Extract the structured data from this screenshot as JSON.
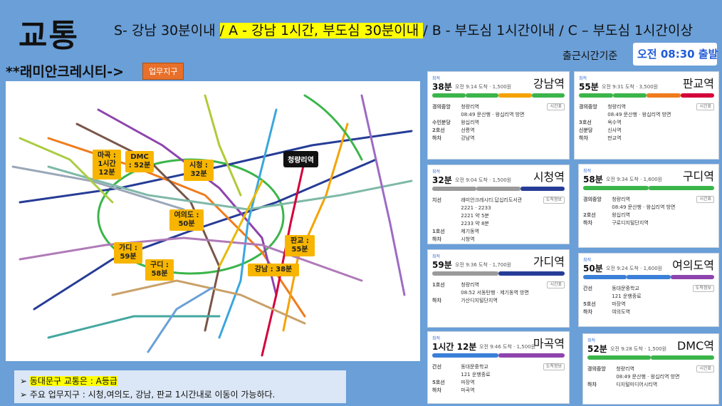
{
  "header": {
    "title": "교통",
    "grades_s": "S- 강남 30분이내 ",
    "grades_a": "/ A -  강남 1시간, 부도심 30분이내 ",
    "grades_rest": " / B -  부도심 1시간이내 / C – 부도심 1시간이상",
    "subtitle": "**래미안크레시티->",
    "badge": "업무지구",
    "depart_label": "출근시간기준",
    "depart_value": "오전 08:30 출발"
  },
  "map": {
    "tags": [
      {
        "id": "mapo",
        "text": "마곡 : 1시간 12분"
      },
      {
        "id": "dmc",
        "text": "DMC : 52분"
      },
      {
        "id": "cityhall",
        "text": "시청 : 32분"
      },
      {
        "id": "yeouido",
        "text": "여의도 : 50분"
      },
      {
        "id": "gasan",
        "text": "가디 : 59분"
      },
      {
        "id": "guro",
        "text": "구디 : 58분"
      },
      {
        "id": "pangyo",
        "text": "판교 : 55분"
      },
      {
        "id": "gangnam",
        "text": "강남 : 38분"
      }
    ],
    "origin": "청량리역"
  },
  "notes": {
    "line1": "동대문구 교통은 :  A등급",
    "line2": "주요 업무지구 : 시청,여의도, 강남, 판교 1시간내로 이동이 가능하다."
  },
  "cards": [
    {
      "id": "gangnam",
      "name": "강남역",
      "label": "최적",
      "mins": "38분",
      "arrive": "오전 9:14 도착 · 1,500원",
      "segs": [
        "#3bb54a",
        "#3bb54a",
        "#f5a200",
        "#3bb54a"
      ],
      "rows": [
        {
          "line": "경의중앙",
          "station": "청량리역",
          "btn": "시간표"
        },
        {
          "line": "",
          "station": "08:49 문산행 · 왕십리역 방면",
          "btn": ""
        },
        {
          "line": "수인분당",
          "station": "왕십리역",
          "btn": ""
        },
        {
          "line": "2호선",
          "station": "선릉역",
          "btn": ""
        },
        {
          "line": "하차",
          "station": "강남역",
          "btn": ""
        }
      ]
    },
    {
      "id": "pangyo",
      "name": "판교역",
      "label": "최적",
      "mins": "55분",
      "arrive": "오전 9:31 도착 · 3,500원",
      "segs": [
        "#3bb54a",
        "#3bb54a",
        "#ef7c1c",
        "#d4003b"
      ],
      "rows": [
        {
          "line": "경의중앙",
          "station": "청량리역",
          "btn": "시간표"
        },
        {
          "line": "",
          "station": "08:49 문산행 · 왕십리역 방면",
          "btn": ""
        },
        {
          "line": "3호선",
          "station": "옥수역",
          "btn": ""
        },
        {
          "line": "신분당",
          "station": "신사역",
          "btn": ""
        },
        {
          "line": "하차",
          "station": "판교역",
          "btn": ""
        }
      ]
    },
    {
      "id": "cityhall",
      "name": "시청역",
      "label": "최적",
      "mins": "32분",
      "arrive": "오전 9:04 도착 · 1,500원",
      "segs": [
        "#9a9a9a",
        "#9a9a9a",
        "#263c96"
      ],
      "rows": [
        {
          "line": "지선",
          "station": "래미안크레시티.답십리도서관",
          "btn": "도착정보"
        },
        {
          "line": "",
          "station": "2221 · 2233",
          "btn": ""
        },
        {
          "line": "",
          "station": "2221 약 5분",
          "btn": ""
        },
        {
          "line": "",
          "station": "2233 약 8분",
          "btn": ""
        },
        {
          "line": "1호선",
          "station": "제기동역",
          "btn": ""
        },
        {
          "line": "하차",
          "station": "시청역",
          "btn": ""
        }
      ]
    },
    {
      "id": "guro",
      "name": "구디역",
      "label": "최적",
      "mins": "58분",
      "arrive": "오전 9:34 도착 · 1,600원",
      "segs": [
        "#3bb54a",
        "#3bb54a"
      ],
      "rows": [
        {
          "line": "경의중앙",
          "station": "청량리역",
          "btn": "시간표"
        },
        {
          "line": "",
          "station": "08:49 문산행 · 왕십리역 방면",
          "btn": ""
        },
        {
          "line": "2호선",
          "station": "왕십리역",
          "btn": ""
        },
        {
          "line": "하차",
          "station": "구로디지털단지역",
          "btn": ""
        }
      ]
    },
    {
      "id": "gasan",
      "name": "가디역",
      "label": "최적",
      "mins": "59분",
      "arrive": "오전 9:36 도착 · 1,700원",
      "segs": [
        "#9a9a9a",
        "#263c96"
      ],
      "rows": [
        {
          "line": "1호선",
          "station": "청량리역",
          "btn": "시간표"
        },
        {
          "line": "",
          "station": "08:52 서동탄행 · 제기동역 방면",
          "btn": ""
        },
        {
          "line": "하차",
          "station": "가산디지털단지역",
          "btn": ""
        }
      ]
    },
    {
      "id": "yeouido",
      "name": "여의도역",
      "label": "최적",
      "mins": "50분",
      "arrive": "오전 9:24 도착 · 1,600원",
      "segs": [
        "#3a7fd8",
        "#3a7fd8",
        "#8e44ad"
      ],
      "rows": [
        {
          "line": "간선",
          "station": "동대문중학교",
          "btn": "도착정보"
        },
        {
          "line": "",
          "station": "121 운행종료",
          "btn": ""
        },
        {
          "line": "5호선",
          "station": "마장역",
          "btn": ""
        },
        {
          "line": "하차",
          "station": "여의도역",
          "btn": ""
        }
      ]
    },
    {
      "id": "mapo",
      "name": "마곡역",
      "label": "최적",
      "mins": "1시간 12분",
      "arrive": "오전 9:46 도착 · 1,500원",
      "segs": [
        "#3a7fd8",
        "#8e44ad"
      ],
      "rows": [
        {
          "line": "간선",
          "station": "동대문중학교",
          "btn": "도착정보"
        },
        {
          "line": "",
          "station": "121 운행종료",
          "btn": ""
        },
        {
          "line": "5호선",
          "station": "마장역",
          "btn": ""
        },
        {
          "line": "하차",
          "station": "마곡역",
          "btn": ""
        }
      ]
    },
    {
      "id": "dmc",
      "name": "DMC역",
      "label": "최적",
      "mins": "52분",
      "arrive": "오전 9:28 도착 · 1,500원",
      "segs": [
        "#3bb54a",
        "#3bb54a"
      ],
      "rows": [
        {
          "line": "경의중앙",
          "station": "청량리역",
          "btn": "시간표"
        },
        {
          "line": "",
          "station": "08:49 문산행 · 왕십리역 방면",
          "btn": ""
        },
        {
          "line": "하차",
          "station": "디지털미디어시티역",
          "btn": ""
        }
      ]
    }
  ]
}
